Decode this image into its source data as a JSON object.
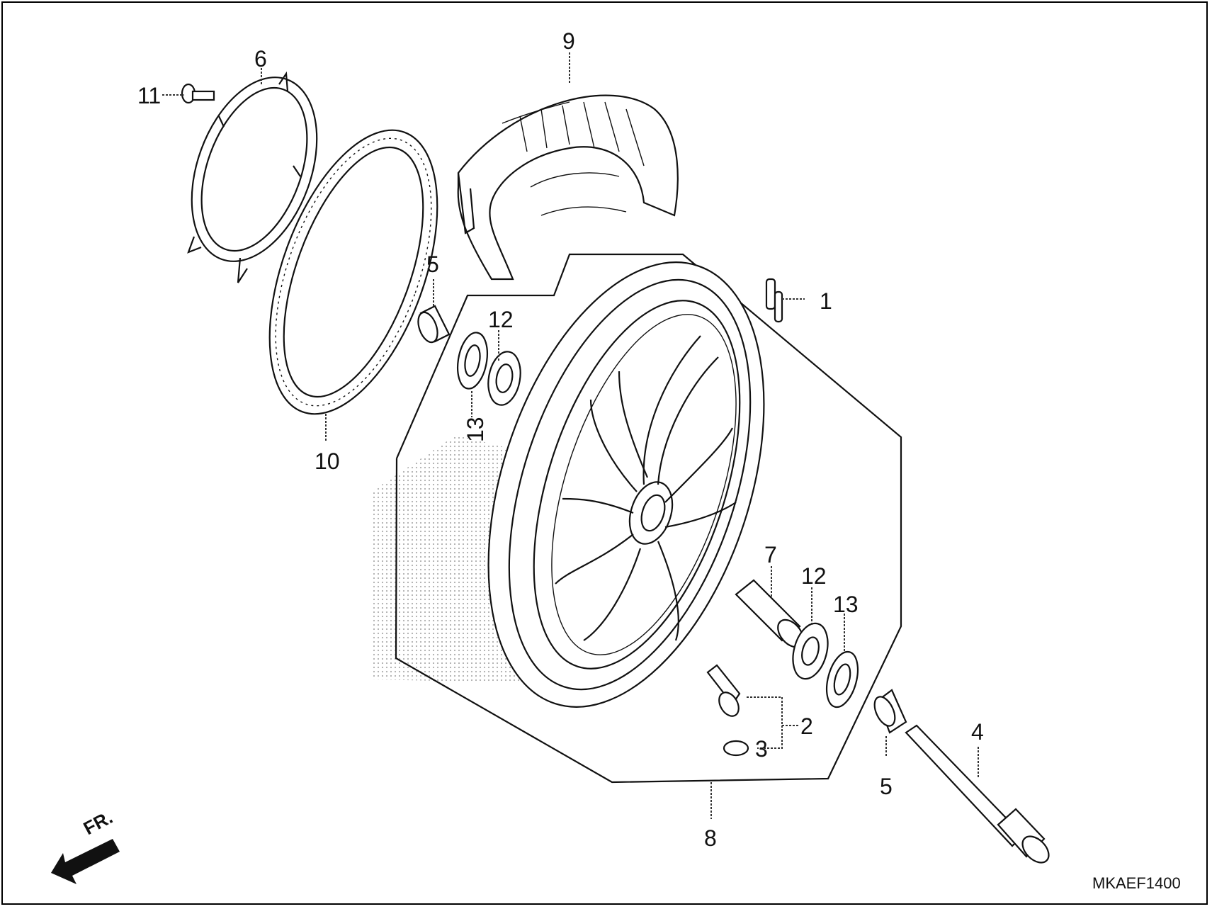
{
  "diagram": {
    "callouts": [
      {
        "id": "c1",
        "text": "1"
      },
      {
        "id": "c2",
        "text": "2"
      },
      {
        "id": "c3",
        "text": "3"
      },
      {
        "id": "c4",
        "text": "4"
      },
      {
        "id": "c5a",
        "text": "5"
      },
      {
        "id": "c5b",
        "text": "5"
      },
      {
        "id": "c6",
        "text": "6"
      },
      {
        "id": "c7",
        "text": "7"
      },
      {
        "id": "c8",
        "text": "8"
      },
      {
        "id": "c9",
        "text": "9"
      },
      {
        "id": "c10",
        "text": "10"
      },
      {
        "id": "c11",
        "text": "11"
      },
      {
        "id": "c12a",
        "text": "12"
      },
      {
        "id": "c12b",
        "text": "12"
      },
      {
        "id": "c13a",
        "text": "13"
      },
      {
        "id": "c13b",
        "text": "13"
      }
    ],
    "direction_label": "FR.",
    "diagram_code": "MKAEF1400"
  }
}
